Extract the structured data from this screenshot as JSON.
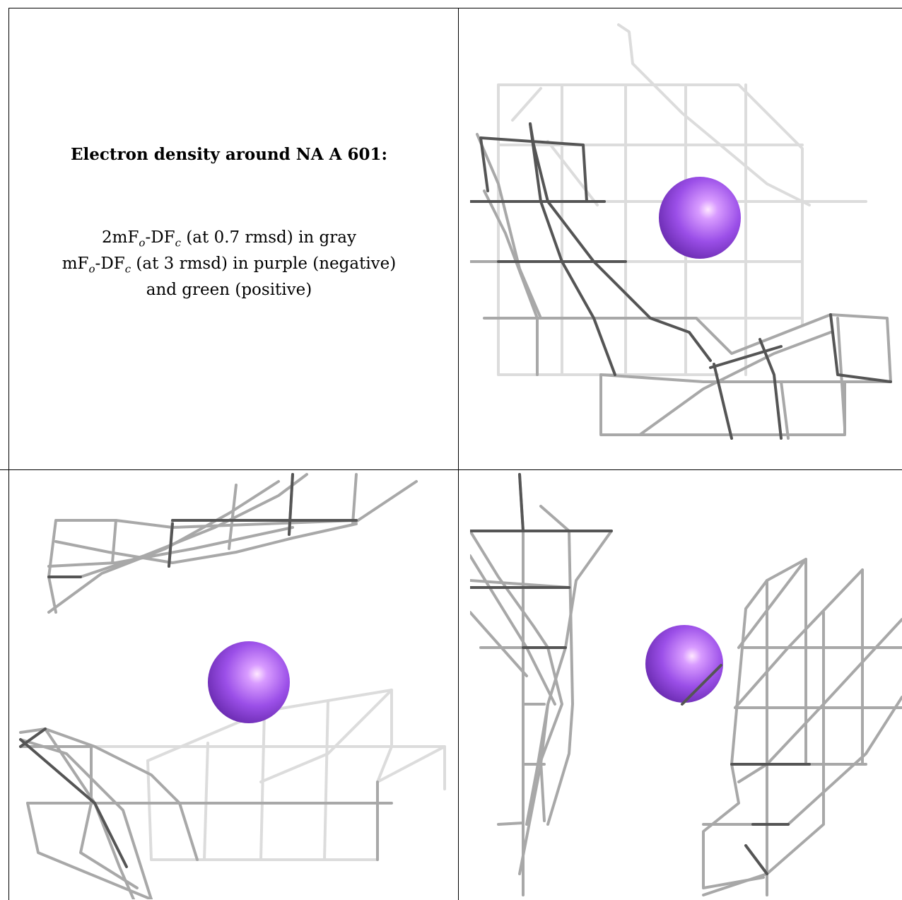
{
  "caption": {
    "title": "Electron density around NA A 601:",
    "line1_prefix": "2mF",
    "line1_sub1": "o",
    "line1_mid": "-DF",
    "line1_sub2": "c",
    "line1_suffix": " (at 0.7 rmsd) in gray",
    "line2_prefix": "mF",
    "line2_sub1": "o",
    "line2_mid": "-DF",
    "line2_sub2": "c",
    "line2_suffix": " (at 3 rmsd) in purple (negative)",
    "line3": "and green (positive)"
  },
  "colors": {
    "atom": "#9b4fe8",
    "atom_highlight": "#f8d8ff",
    "mesh_light": "#dcdcdc",
    "mesh_mid": "#a8a8a8",
    "mesh_dark": "#555555",
    "border": "#000000"
  },
  "panels": [
    {
      "name": "view-1",
      "atom": "sodium-atom"
    },
    {
      "name": "view-2",
      "atom": "sodium-atom"
    },
    {
      "name": "view-3",
      "atom": "sodium-atom"
    }
  ]
}
